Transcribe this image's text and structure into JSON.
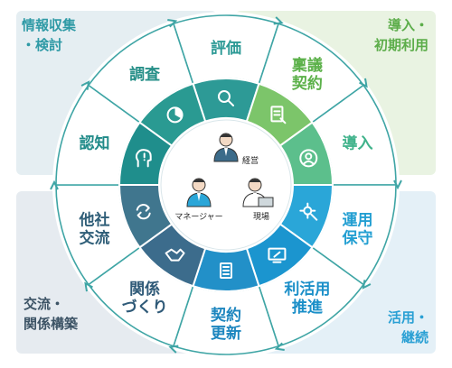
{
  "quadrants": {
    "top_left": {
      "lines": [
        "情報収集",
        "・検討"
      ],
      "color": "#e5eef2",
      "text_color": "#2f9aa6"
    },
    "top_right": {
      "lines": [
        "導入・",
        "初期利用"
      ],
      "color": "#e9f3e2",
      "text_color": "#5cad4a"
    },
    "bottom_left": {
      "lines": [
        "交流・",
        "関係構築"
      ],
      "color": "#e6ebf0",
      "text_color": "#3d5466"
    },
    "bottom_right": {
      "lines": [
        "活用・",
        "継続"
      ],
      "color": "#e4f0f7",
      "text_color": "#2aa0d4"
    }
  },
  "outer_ring_color": "#ffffff",
  "outer_border_color": "#3fa5a5",
  "stages": [
    {
      "label": [
        "評価"
      ],
      "icon": "magnifier-icon",
      "color": "#2d9a96",
      "text_color": "#2d9a96"
    },
    {
      "label": [
        "稟議",
        "契約"
      ],
      "icon": "document-icon",
      "color": "#7cc56a",
      "text_color": "#5cb14a"
    },
    {
      "label": [
        "導入"
      ],
      "icon": "user-icon",
      "color": "#5cbf8c",
      "text_color": "#3fb28a"
    },
    {
      "label": [
        "運用",
        "保守"
      ],
      "icon": "gear-icon",
      "color": "#2aa6d8",
      "text_color": "#239fd2"
    },
    {
      "label": [
        "利活用",
        "推進"
      ],
      "icon": "monitor-icon",
      "color": "#1b95cf",
      "text_color": "#1b8fc8"
    },
    {
      "label": [
        "契約",
        "更新"
      ],
      "icon": "contract-icon",
      "color": "#2290c8",
      "text_color": "#1d86bf"
    },
    {
      "label": [
        "関係",
        "づくり"
      ],
      "icon": "handshake-icon",
      "color": "#3c6c8c",
      "text_color": "#2f5a78"
    },
    {
      "label": [
        "他社",
        "交流"
      ],
      "icon": "cycle-icon",
      "color": "#40768e",
      "text_color": "#2f5e78"
    },
    {
      "label": [
        "認知"
      ],
      "icon": "head-icon",
      "color": "#1f8e8c",
      "text_color": "#1f8a88"
    },
    {
      "label": [
        "調査"
      ],
      "icon": "pie-chart-icon",
      "color": "#2a9a92",
      "text_color": "#268f88"
    }
  ],
  "center": {
    "roles": [
      "経営",
      "マネージャー",
      "現場"
    ],
    "color": "#ffffff"
  }
}
